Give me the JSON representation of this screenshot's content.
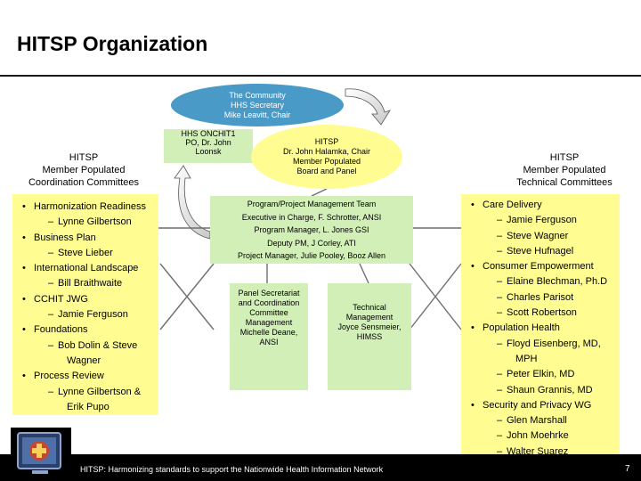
{
  "title": "HITSP Organization",
  "community": {
    "lines": [
      "The Community",
      "HHS Secretary",
      "Mike Leavitt, Chair"
    ]
  },
  "onchit": {
    "lines": [
      "HHS ONCHIT1",
      "PO, Dr. John",
      "Loonsk"
    ]
  },
  "chair_panel": {
    "lines": [
      "HITSP",
      "Dr. John Halamka, Chair",
      "Member Populated",
      "Board and Panel"
    ]
  },
  "left_heading": {
    "lines": [
      "HITSP",
      "Member Populated",
      "Coordination Committees"
    ]
  },
  "right_heading": {
    "lines": [
      "HITSP",
      "Member Populated",
      "Technical Committees"
    ]
  },
  "coordination_committees": [
    {
      "name": "Harmonization Readiness",
      "members": [
        "Lynne Gilbertson"
      ]
    },
    {
      "name": "Business Plan",
      "members": [
        "Steve Lieber"
      ]
    },
    {
      "name": "International Landscape",
      "members": [
        "Bill Braithwaite"
      ]
    },
    {
      "name": "CCHIT JWG",
      "members": [
        "Jamie Ferguson"
      ]
    },
    {
      "name": "Foundations",
      "members": [
        "Bob Dolin & Steve",
        "Wagner"
      ]
    },
    {
      "name": "Process Review",
      "members": [
        "Lynne Gilbertson &",
        "Erik Pupo"
      ]
    }
  ],
  "technical_committees": [
    {
      "name": "Care Delivery",
      "members": [
        "Jamie Ferguson",
        "Steve Wagner",
        "Steve Hufnagel"
      ]
    },
    {
      "name": "Consumer Empowerment",
      "members": [
        "Elaine Blechman, Ph.D",
        "Charles Parisot",
        "Scott Robertson"
      ]
    },
    {
      "name": "Population Health",
      "members": [
        "Floyd Eisenberg, MD,",
        "MPH",
        "Peter Elkin, MD",
        "Shaun Grannis, MD"
      ]
    },
    {
      "name": "Security and Privacy WG",
      "members": [
        "Glen Marshall",
        "John Moehrke",
        "Walter Suarez"
      ]
    }
  ],
  "program_management": {
    "lines": [
      "Program/Project Management Team",
      "Executive in Charge, F. Schrotter, ANSI",
      "Program Manager, L. Jones  GSI",
      "Deputy PM, J Corley, ATI",
      "Project Manager, Julie Pooley, Booz Allen"
    ]
  },
  "panel_secretariat": {
    "lines": [
      "Panel Secretariat",
      "and Coordination",
      "Committee",
      "Management",
      "Michelle Deane,",
      "ANSI"
    ]
  },
  "technical_management": {
    "lines": [
      "Technical",
      "Management",
      "Joyce Sensmeier,",
      "HIMSS"
    ]
  },
  "footer": {
    "text": "HITSP:  Harmonizing standards to support the Nationwide Health Information Network",
    "page_number": "7"
  },
  "colors": {
    "community_oval": "#4a9ac7",
    "green_box": "#d2efb8",
    "yellow_box": "#fffc91",
    "footer_bar": "#000000"
  },
  "icons": {
    "logo": "hitsp-logo-icon",
    "arrows": "curved-arrow-icon"
  }
}
